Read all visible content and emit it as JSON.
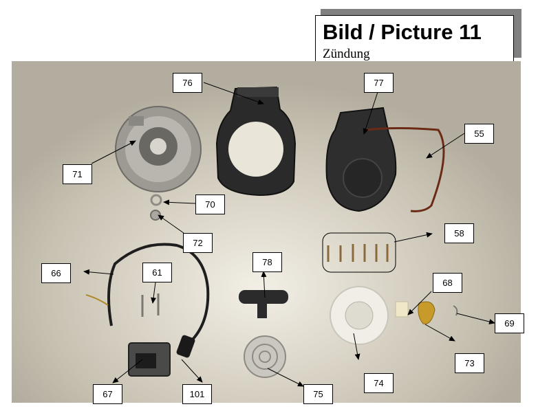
{
  "title": {
    "main": "Bild / Picture 11",
    "sub": "Zündung"
  },
  "labels": {
    "p76": "76",
    "p77": "77",
    "p55": "55",
    "p71": "71",
    "p70": "70",
    "p72": "72",
    "p58": "58",
    "p66": "66",
    "p61": "61",
    "p78": "78",
    "p68": "68",
    "p69": "69",
    "p73": "73",
    "p74": "74",
    "p67": "67",
    "p101": "101",
    "p75": "75"
  }
}
